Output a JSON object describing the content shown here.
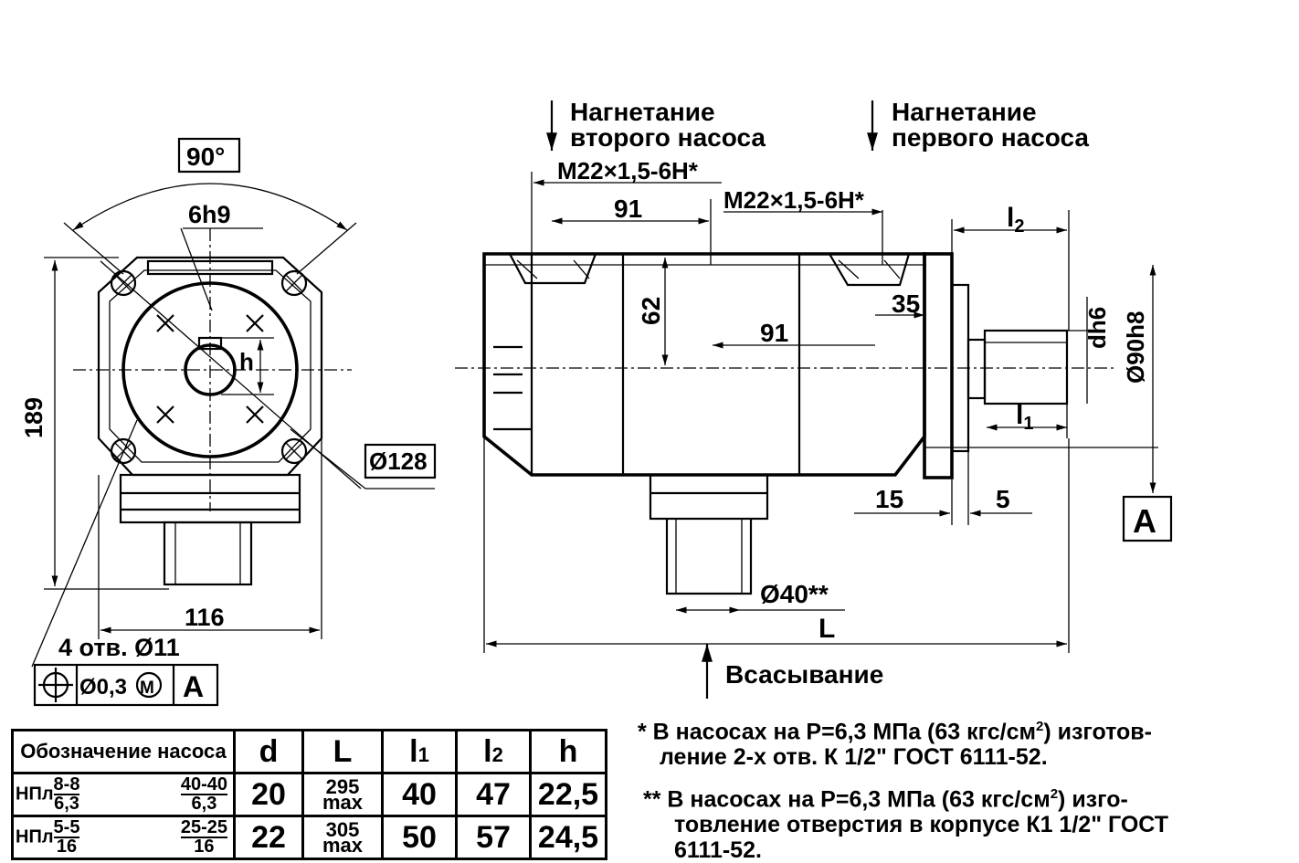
{
  "labels": {
    "angle": "90°",
    "key_width": "6h9",
    "height_189": "189",
    "width_116": "116",
    "diameter_128": "Ø128",
    "holes": "4 отв. Ø11",
    "tol_value": "Ø0,3",
    "tol_m": "M",
    "datum": "A",
    "h": "h",
    "discharge_second_1": "Нагнетание",
    "discharge_second_2": "второго насоса",
    "discharge_first_1": "Нагнетание",
    "discharge_first_2": "первого насоса",
    "thread_1": "M22×1,5-6H*",
    "thread_2": "M22×1,5-6H*",
    "dim_91_top": "91",
    "dim_91_mid": "91",
    "dim_62": "62",
    "dim_35": "35",
    "dim_l2": "l",
    "dim_l2_sub": "2",
    "dim_l1": "l",
    "dim_l1_sub": "1",
    "dim_dh6": "dh6",
    "dim_d90": "Ø90h8",
    "dim_15": "15",
    "dim_5": "5",
    "dim_d40": "Ø40**",
    "dim_L": "L",
    "datum_A_right": "A",
    "suction": "Всасывание"
  },
  "notes": {
    "note1_line1_a": "* В насосах на P=6,3 МПа (63 кгс/см",
    "note1_sup": "2",
    "note1_line1_b": ") изготов-",
    "note1_line2": "ление 2-х отв. К 1/2\" ГОСТ 6111-52.",
    "note2_line1_a": "** В насосах на P=6,3 МПа (63 кгс/см",
    "note2_sup": "2",
    "note2_line1_b": ") изго-",
    "note2_line2": "товление отверстия в корпусе К1 1/2\" ГОСТ",
    "note2_line3": "6111-52."
  },
  "table": {
    "headers": {
      "designation": "Обозначение насоса",
      "d": "d",
      "L": "L",
      "l1": "l",
      "l1_sub": "1",
      "l2": "l",
      "l2_sub": "2",
      "h": "h"
    },
    "rows": [
      {
        "prefix": "НПл",
        "f1_num": "8-8",
        "f1_den": "6,3",
        "f2_num": "40-40",
        "f2_den": "6,3",
        "d": "20",
        "L_num": "295",
        "L_sub": "max",
        "l1": "40",
        "l2": "47",
        "h": "22,5"
      },
      {
        "prefix": "НПл",
        "f1_num": "5-5",
        "f1_den": "16",
        "f2_num": "25-25",
        "f2_den": "16",
        "d": "22",
        "L_num": "305",
        "L_sub": "max",
        "l1": "50",
        "l2": "57",
        "h": "24,5"
      }
    ]
  }
}
